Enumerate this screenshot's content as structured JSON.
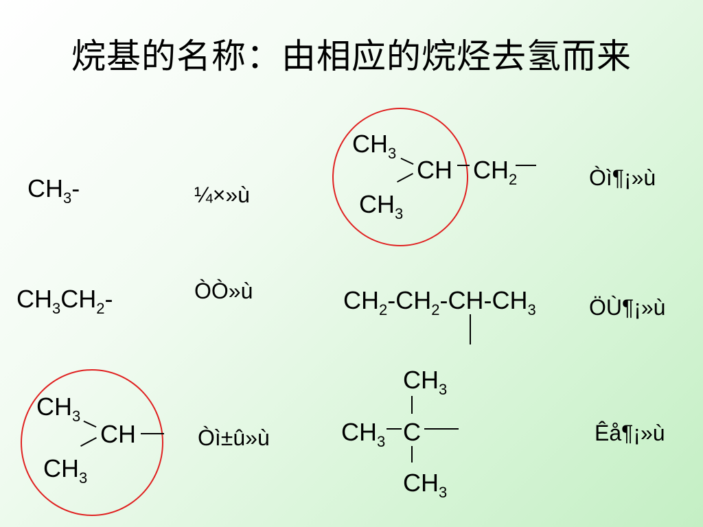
{
  "title": "烷基的名称：由相应的烷烃去氢而来",
  "colors": {
    "circle": "#e02020",
    "text": "#000000",
    "background": "#d9f5d9"
  },
  "groups": {
    "methyl": {
      "formula": [
        {
          "t": "CH"
        },
        {
          "s": "3"
        },
        {
          "t": "-"
        }
      ],
      "name": "¼×»ù"
    },
    "ethyl": {
      "formula": [
        {
          "t": "CH"
        },
        {
          "s": "3"
        },
        {
          "t": "CH"
        },
        {
          "s": "2"
        },
        {
          "t": "-"
        }
      ],
      "name": "ÒÒ»ù"
    },
    "isopropyl": {
      "top": [
        {
          "t": "CH"
        },
        {
          "s": "3"
        }
      ],
      "center": [
        {
          "t": "CH"
        }
      ],
      "bottom": [
        {
          "t": "CH"
        },
        {
          "s": "3"
        }
      ],
      "name": "Òì±û»ù"
    },
    "isobutyl": {
      "top": [
        {
          "t": "CH"
        },
        {
          "s": "3"
        }
      ],
      "center": [
        {
          "t": "CH"
        }
      ],
      "right": [
        {
          "t": "CH"
        },
        {
          "s": "2"
        }
      ],
      "bottom": [
        {
          "t": "CH"
        },
        {
          "s": "3"
        }
      ],
      "name": "Òì¶¡»ù"
    },
    "sec_butyl": {
      "chain": [
        {
          "t": "CH"
        },
        {
          "s": "2"
        },
        {
          "t": "-CH"
        },
        {
          "s": "2"
        },
        {
          "t": "-CH-CH"
        },
        {
          "s": "3"
        }
      ],
      "name": "ÖÙ¶¡»ù"
    },
    "tert_butyl": {
      "top": [
        {
          "t": "CH"
        },
        {
          "s": "3"
        }
      ],
      "left": [
        {
          "t": "CH"
        },
        {
          "s": "3"
        }
      ],
      "center": [
        {
          "t": "C"
        }
      ],
      "bottom": [
        {
          "t": "CH"
        },
        {
          "s": "3"
        }
      ],
      "name": "Êå¶¡»ù"
    }
  }
}
